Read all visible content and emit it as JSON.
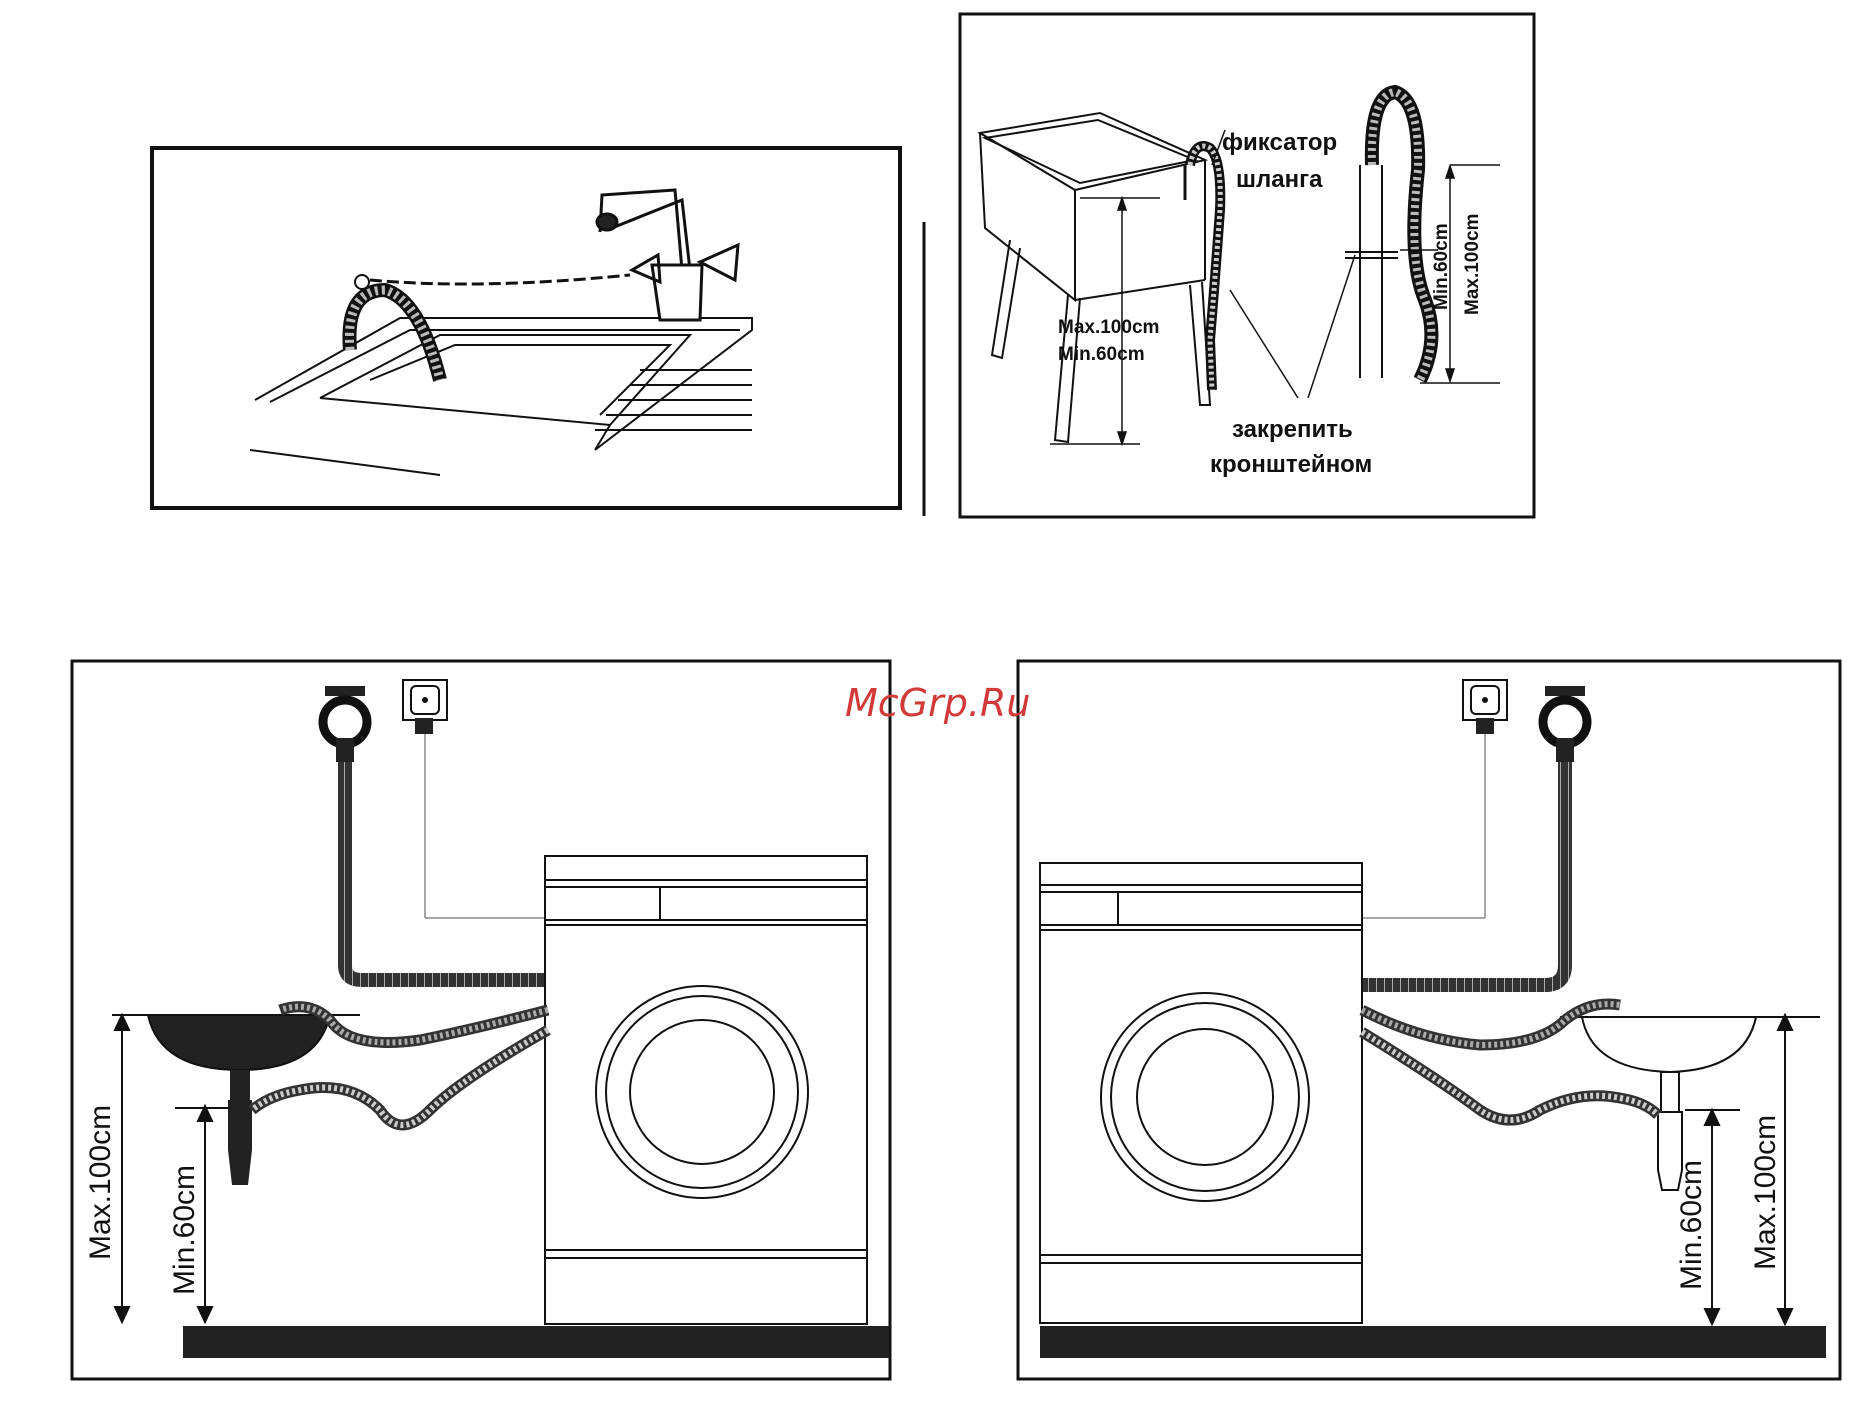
{
  "watermark": "McGrp.Ru",
  "panel_top_left": {},
  "panel_top_right": {
    "label_hose_clip_line1": "фиксатор",
    "label_hose_clip_line2": "шланга",
    "label_max_left": "Max.100cm",
    "label_min_left": "Min.60cm",
    "label_min_right": "Min.60cm",
    "label_max_right": "Max.100cm",
    "label_bracket_line1": "закрепить",
    "label_bracket_line2": "кронштейном"
  },
  "panel_bottom_left": {
    "label_max": "Max.100cm",
    "label_min": "Min.60cm"
  },
  "panel_bottom_right": {
    "label_min": "Min.60cm",
    "label_max": "Max.100cm"
  },
  "colors": {
    "line": "#111111",
    "hose": "#444444",
    "watermark": "#d23a3a"
  }
}
